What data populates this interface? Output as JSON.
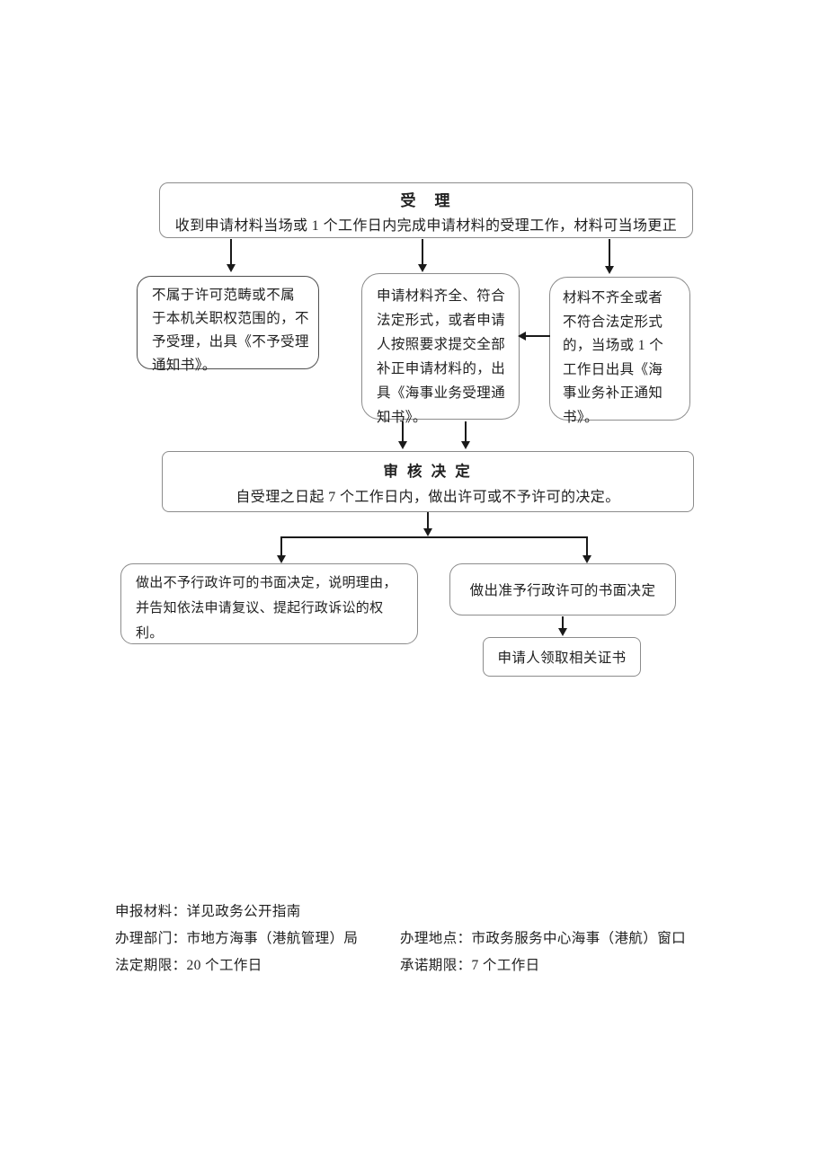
{
  "colors": {
    "page_bg": "#ffffff",
    "box_border": "#8c8c8c",
    "box_border_dark": "#4f4f4f",
    "arrow": "#1a1a1a",
    "text": "#212121"
  },
  "flowchart": {
    "accept": {
      "title": "受　理",
      "body": "收到申请材料当场或 1 个工作日内完成申请材料的受理工作，材料可当场更正"
    },
    "not_accepted": {
      "text": "不属于许可范畴或不属\n于本机关职权范围的，不\n予受理，出具《不予受理\n通知书》。"
    },
    "materials_complete": {
      "text": "申请材料齐全、符合\n法定形式，或者申请\n人按照要求提交全部\n补正申请材料的，出\n具《海事业务受理通\n知书》。"
    },
    "materials_incomplete": {
      "text": "材料不齐全或者\n不符合法定形式\n的，当场或 1 个\n工作日出具《海\n事业务补正通知\n书》。"
    },
    "review": {
      "title": "审 核 决 定",
      "body": "自受理之日起 7 个工作日内，做出许可或不予许可的决定。"
    },
    "deny": {
      "text": "做出不予行政许可的书面决定，说明理由，\n并告知依法申请复议、提起行政诉讼的权\n利。"
    },
    "grant": {
      "text": "做出准予行政许可的书面决定"
    },
    "certificate": {
      "text": "申请人领取相关证书"
    }
  },
  "footer": {
    "row1_left": "申报材料：详见政务公开指南",
    "row2_left": "办理部门：市地方海事（港航管理）局",
    "row2_right": "办理地点：市政务服务中心海事（港航）窗口",
    "row3_left": "法定期限：20 个工作日",
    "row3_right": "承诺期限：7 个工作日"
  }
}
